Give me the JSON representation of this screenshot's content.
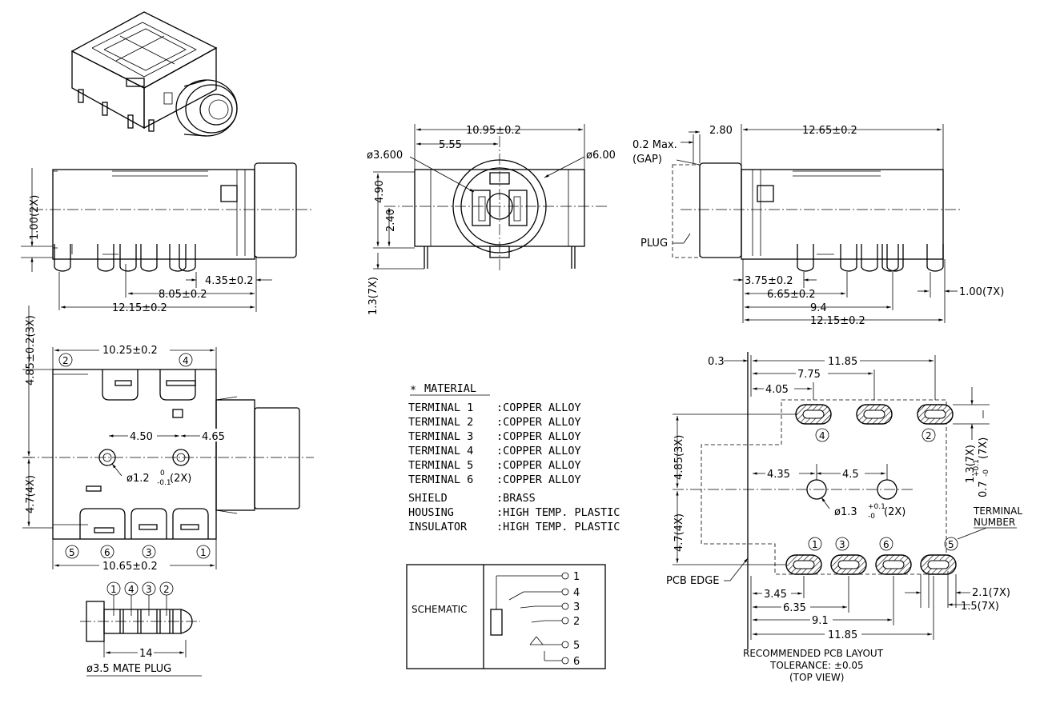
{
  "dims": {
    "side_view": {
      "d1": "1.00(2X)",
      "d2": "4.35±0.2",
      "d3": "8.05±0.2",
      "d4": "12.15±0.2",
      "d5": "4.85±0.2(3X)"
    },
    "front_view": {
      "d1": "10.95±0.2",
      "d2": "5.55",
      "d3": "ø3.600",
      "d4": "ø6.00",
      "d5": "4.90",
      "d6": "2.40",
      "d7": "1.3(7X)"
    },
    "right_view": {
      "d1": "0.2 Max.",
      "d2": "(GAP)",
      "d3": "2.80",
      "d4": "12.65±0.2",
      "d5": "PLUG",
      "d6": "3.75±0.2",
      "d7": "6.65±0.2",
      "d8": "9.4",
      "d9": "12.15±0.2",
      "d10": "1.00(7X)"
    },
    "top_view": {
      "d1": "10.25±0.2",
      "d2": "4.50",
      "d3": "4.65",
      "d4": "ø1.2",
      "d4_sup": "0",
      "d4_sub": "-0.1",
      "d4_tail": "(2X)",
      "d5": "4.7(4X)",
      "d6": "10.65±0.2"
    },
    "pcb": {
      "d1": "0.3",
      "d2": "11.85",
      "d3": "7.75",
      "d4": "4.05",
      "d5": "4.85(3X)",
      "d6": "4.35",
      "d7": "4.5",
      "d8": "ø1.3",
      "d8_sup": "+0.1",
      "d8_sub": "-0",
      "d8_tail": "(2X)",
      "d9": "4.7(4X)",
      "d10": "1.3(7X)",
      "d11": "0.7",
      "d11_sup": "+0.1",
      "d11_sub": "-0",
      "d11_tail": "(7X)",
      "d12": "3.45",
      "d13": "6.35",
      "d14": "9.1",
      "d15": "11.85",
      "d16": "2.1(7X)",
      "d17": "1.5(7X)",
      "pcb_edge": "PCB EDGE",
      "terminal_label_1": "TERMINAL",
      "terminal_label_2": "NUMBER"
    },
    "plug": {
      "d1": "14"
    }
  },
  "terminals": {
    "n1": "1",
    "n2": "2",
    "n3": "3",
    "n4": "4",
    "n5": "5",
    "n6": "6"
  },
  "material": {
    "title": "MATERIAL",
    "star": "*",
    "rows": [
      {
        "name": "TERMINAL 1",
        "value": ":COPPER ALLOY"
      },
      {
        "name": "TERMINAL 2",
        "value": ":COPPER ALLOY"
      },
      {
        "name": "TERMINAL 3",
        "value": ":COPPER ALLOY"
      },
      {
        "name": "TERMINAL 4",
        "value": ":COPPER ALLOY"
      },
      {
        "name": "TERMINAL 5",
        "value": ":COPPER ALLOY"
      },
      {
        "name": "TERMINAL 6",
        "value": ":COPPER ALLOY"
      },
      {
        "name": "SHIELD",
        "value": ":BRASS"
      },
      {
        "name": "HOUSING",
        "value": ":HIGH TEMP. PLASTIC"
      },
      {
        "name": "INSULATOR",
        "value": ":HIGH TEMP. PLASTIC"
      }
    ]
  },
  "schematic": {
    "label": "SCHEMATIC",
    "pins": [
      "1",
      "4",
      "3",
      "2",
      "5",
      "6"
    ]
  },
  "captions": {
    "mate_plug": "ø3.5 MATE PLUG",
    "pcb_title": "RECOMMENDED PCB LAYOUT",
    "pcb_tolerance": "TOLERANCE: ±0.05",
    "pcb_view": "(TOP VIEW)"
  }
}
